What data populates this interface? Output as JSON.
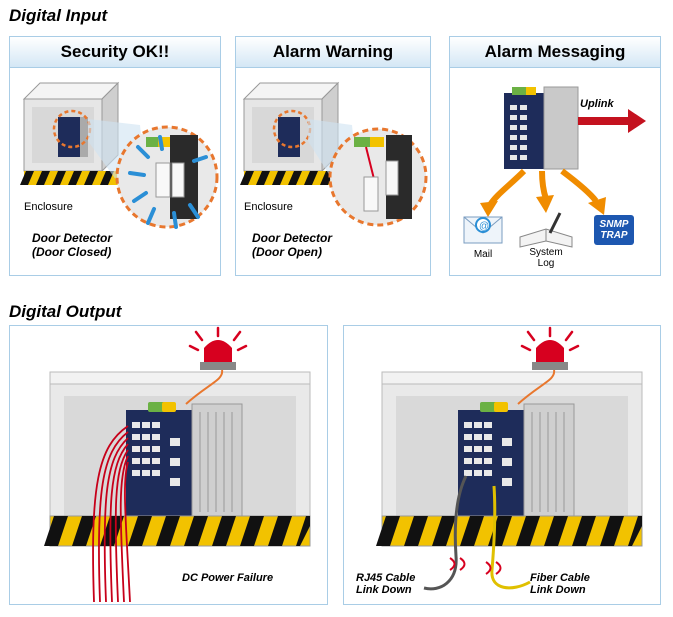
{
  "digital_input": {
    "title": "Digital Input",
    "panels": [
      {
        "title": "Security OK!!",
        "enclosure_label": "Enclosure",
        "detector_line1": "Door Detector",
        "detector_line2": "(Door Closed)"
      },
      {
        "title": "Alarm Warning",
        "enclosure_label": "Enclosure",
        "detector_line1": "Door Detector",
        "detector_line2": "(Door Open)"
      },
      {
        "title": "Alarm Messaging",
        "uplink_label": "Uplink",
        "mail_label": "Mail",
        "syslog_line1": "System",
        "syslog_line2": "Log",
        "snmp_line1": "SNMP",
        "snmp_line2": "TRAP"
      }
    ]
  },
  "digital_output": {
    "title": "Digital Output",
    "panels": [
      {
        "caption": "DC Power Failure"
      },
      {
        "rj45_line1": "RJ45 Cable",
        "rj45_line2": "Link Down",
        "fiber_line1": "Fiber Cable",
        "fiber_line2": "Link Down"
      }
    ]
  },
  "colors": {
    "panel_border": "#a9cde6",
    "header_gradient_end": "#d4e7f5",
    "alarm_red": "#d7001f",
    "arrow_orange": "#f08c00",
    "switch_navy": "#1e2c5a",
    "snmp_blue": "#1d57b0"
  }
}
